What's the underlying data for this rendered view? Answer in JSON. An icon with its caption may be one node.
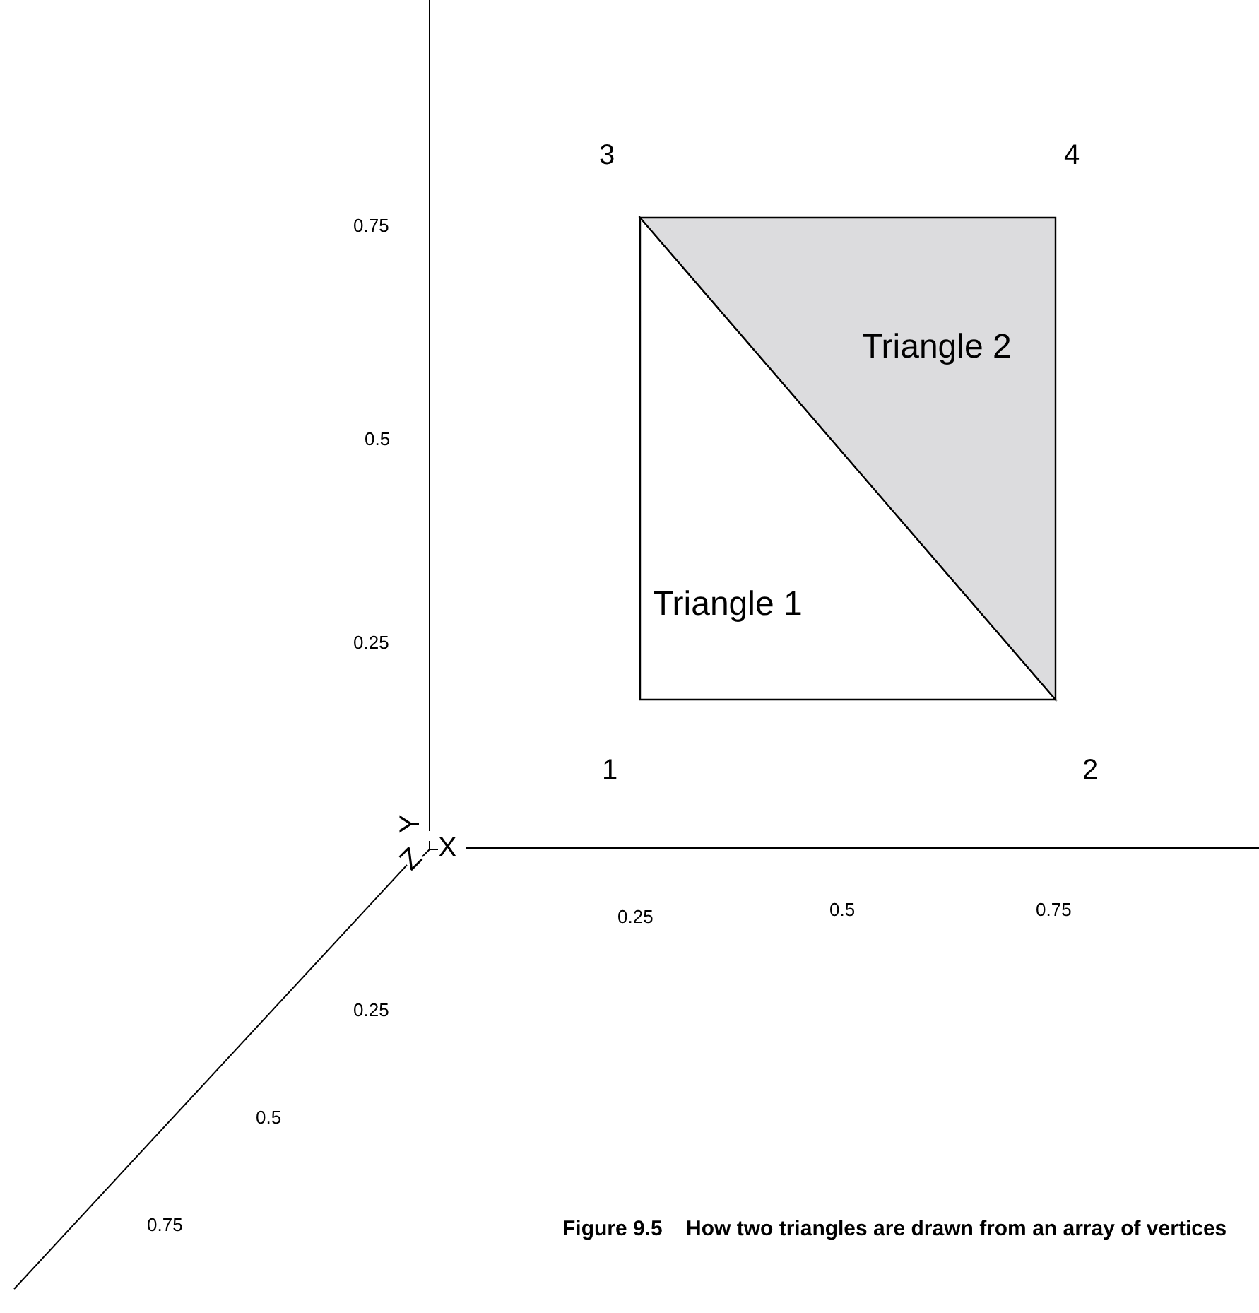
{
  "diagram": {
    "caption": "Figure 9.5    How two triangles are drawn from an array of vertices",
    "nodes": [
      {
        "text": [
          "Triangle 1"
        ]
      },
      {
        "text": [
          "Triangle 2"
        ]
      }
    ],
    "labels": [
      "3",
      "4",
      "0.75",
      "0.5",
      "0.25",
      "1",
      "2",
      "Y",
      "X",
      "Z",
      "0.25",
      "0.5",
      "0.75",
      "0.25",
      "0.5",
      "0.75"
    ]
  }
}
